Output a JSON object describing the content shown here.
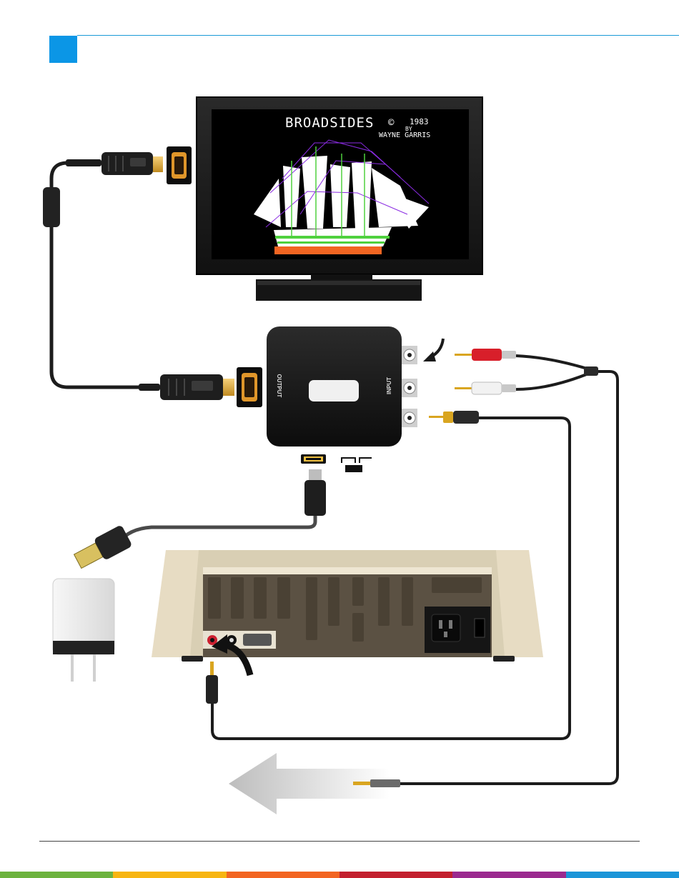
{
  "screen": {
    "game_title": "BROADSIDES",
    "copyright_symbol": "©",
    "year": "1983",
    "by": "BY",
    "author": "WAYNE GARRIS"
  },
  "adapter": {
    "output_label": "OUTPUT",
    "input_label": "INPUT"
  },
  "colors": {
    "accent_blue": "#0b96e6",
    "rca_red": "#d81f2a",
    "rca_white": "#f2f2f2",
    "rca_yellow": "#d9a520",
    "computer_beige": "#e7dcc3",
    "footer_stripes": [
      "#6db33f",
      "#f7b512",
      "#f26522",
      "#c3202f",
      "#9b2a8f",
      "#1b95d8"
    ]
  },
  "icons": {
    "hdmi_port": "hdmi-port-icon",
    "usb_port": "mini-usb-port-icon",
    "power_switch": "power-switch-icon",
    "audio_direction": "left-arrow-icon"
  }
}
